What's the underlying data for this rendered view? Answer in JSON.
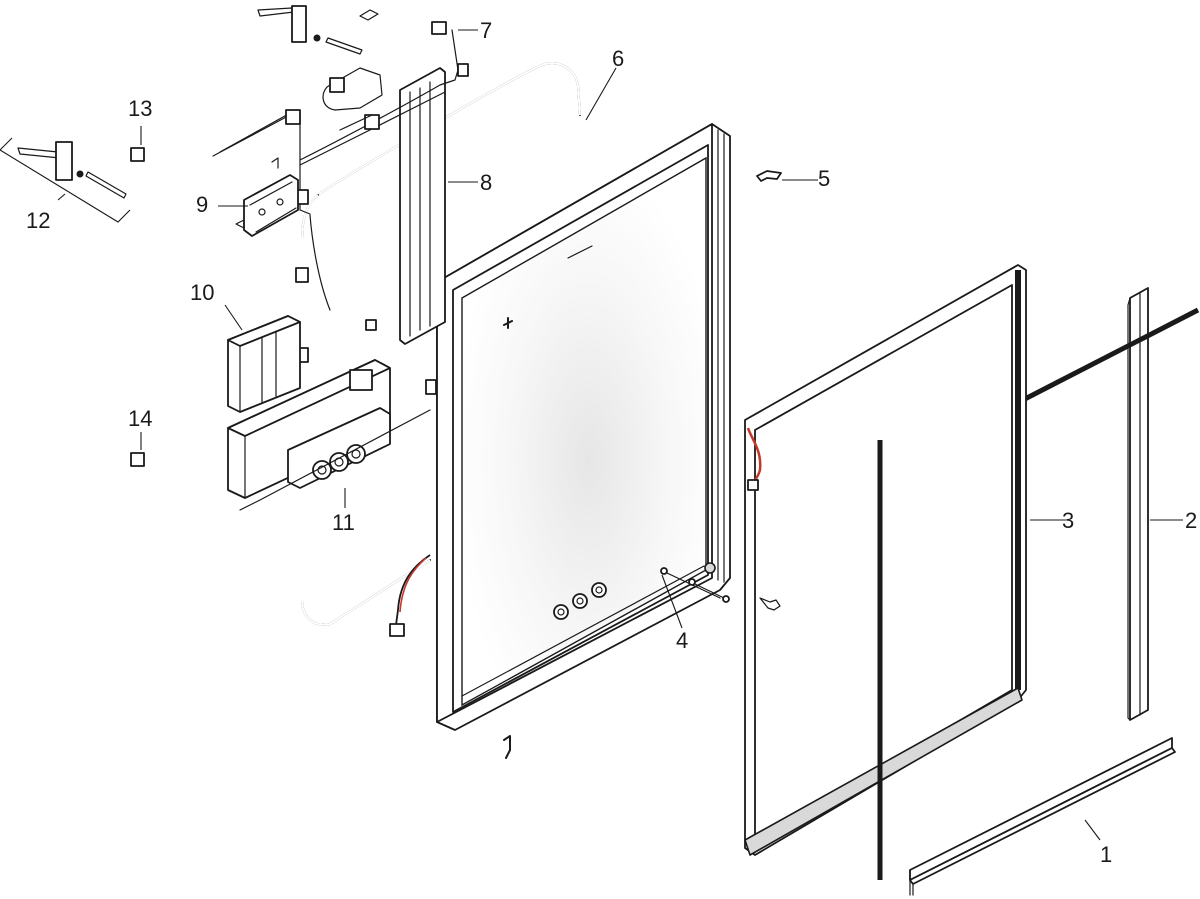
{
  "parts": [
    {
      "id": "1",
      "label": "1"
    },
    {
      "id": "2",
      "label": "2"
    },
    {
      "id": "3",
      "label": "3"
    },
    {
      "id": "4",
      "label": "4"
    },
    {
      "id": "5",
      "label": "5"
    },
    {
      "id": "6",
      "label": "6"
    },
    {
      "id": "7",
      "label": "7"
    },
    {
      "id": "8",
      "label": "8"
    },
    {
      "id": "9",
      "label": "9"
    },
    {
      "id": "10",
      "label": "10"
    },
    {
      "id": "11",
      "label": "11"
    },
    {
      "id": "12",
      "label": "12"
    },
    {
      "id": "13",
      "label": "13"
    },
    {
      "id": "14",
      "label": "14"
    }
  ],
  "colors": {
    "line": "#1a1a1a",
    "background": "#ffffff",
    "mirror_glow": "#eeeeee",
    "wire_accent": "#c0392b"
  }
}
